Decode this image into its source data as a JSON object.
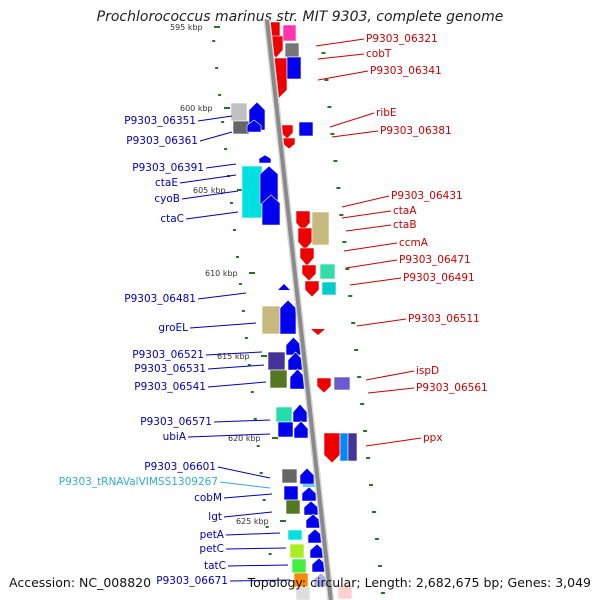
{
  "title": "Prochlorococcus marinus str. MIT 9303, complete genome",
  "footer": {
    "accession": "Accession: NC_008820",
    "summary": "Topology: circular; Length: 2,682,675 bp; Genes: 3,049"
  },
  "colors": {
    "backbone": "#8a8a8a",
    "reverse_label": "#cc0000",
    "forward_label": "#0000bb",
    "rna_label": "#33aadd",
    "tick": "#227722"
  },
  "scale_ticks": [
    "595 kbp",
    "600 kbp",
    "605 kbp",
    "610 kbp",
    "615 kbp",
    "620 kbp",
    "625 kbp"
  ],
  "reverse_genes": [
    "P9303_06321",
    "cobT",
    "P9303_06341",
    "ribE",
    "P9303_06381",
    "P9303_06431",
    "ctaA",
    "ctaB",
    "ccmA",
    "P9303_06471",
    "P9303_06491",
    "P9303_06511",
    "ispD",
    "P9303_06561",
    "ppx"
  ],
  "forward_genes": [
    "P9303_06351",
    "P9303_06361",
    "P9303_06391",
    "ctaE",
    "cyoB",
    "ctaC",
    "P9303_06481",
    "groEL",
    "P9303_06521",
    "P9303_06531",
    "P9303_06541",
    "P9303_06571",
    "ubiA",
    "P9303_06601",
    "P9303_tRNAValVIMSS1309267",
    "cobM",
    "lgt",
    "petA",
    "petC",
    "tatC",
    "P9303_06671"
  ]
}
